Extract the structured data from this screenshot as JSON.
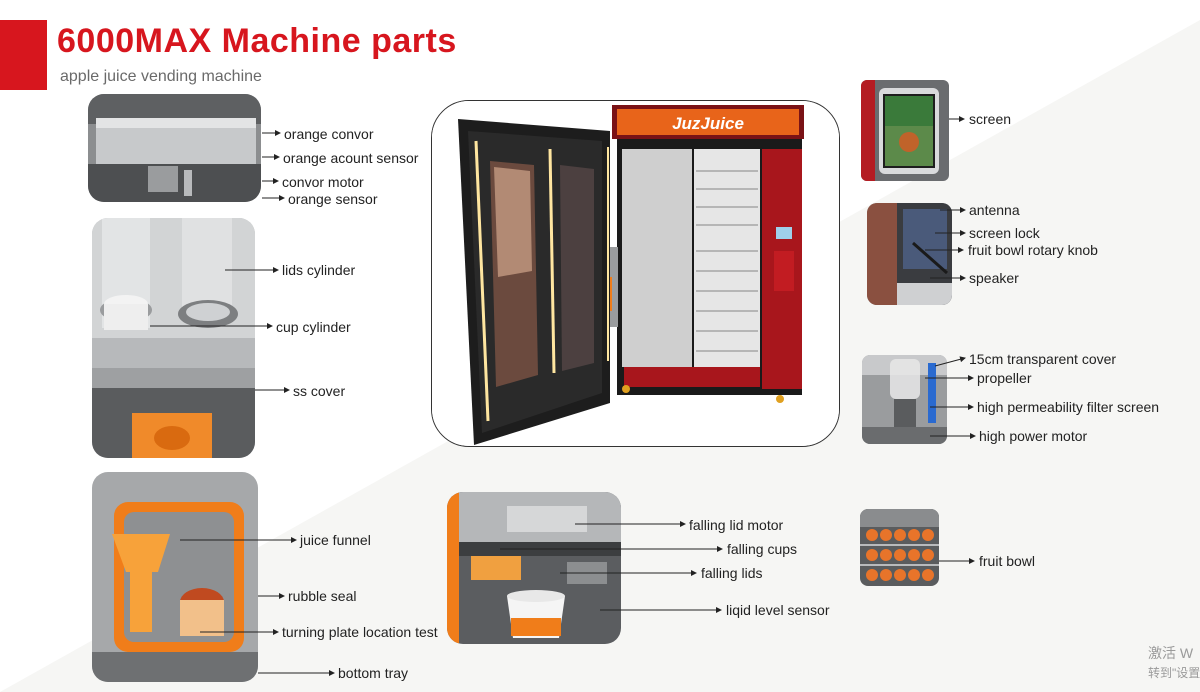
{
  "header": {
    "title": "6000MAX Machine parts",
    "subtitle": "apple juice vending machine"
  },
  "brand_sign": "JuzJuice",
  "labels": {
    "orange_convor": "orange convor",
    "orange_acount_sensor": "orange acount sensor",
    "convor_motor": "convor motor",
    "orange_sensor": "orange sensor",
    "lids_cylinder": "lids cylinder",
    "cup_cylinder": "cup cylinder",
    "ss_cover": "ss cover",
    "juice_funnel": "juice funnel",
    "rubble_seal": "rubble seal",
    "turning_plate_location_test": "turning plate location test",
    "bottom_tray": "bottom tray",
    "falling_lid_motor": "falling lid motor",
    "falling_cups": "falling cups",
    "falling_lids": "falling lids",
    "liqid_level_sensor": "liqid level sensor",
    "screen": "screen",
    "antenna": "antenna",
    "screen_lock": "screen lock",
    "fruit_bowl_rotary_knob": "fruit bowl rotary knob",
    "speaker": "speaker",
    "transparent_cover": "15cm transparent cover",
    "propeller": "propeller",
    "filter_screen": "high permeability filter screen",
    "high_power_motor": "high power motor",
    "fruit_bowl": "fruit bowl"
  },
  "watermark": {
    "line1": "激活 W",
    "line2": "转到\"设置"
  },
  "colors": {
    "accent_red": "#d7161e",
    "machine_red": "#a8161c",
    "orange": "#f07d1a"
  }
}
